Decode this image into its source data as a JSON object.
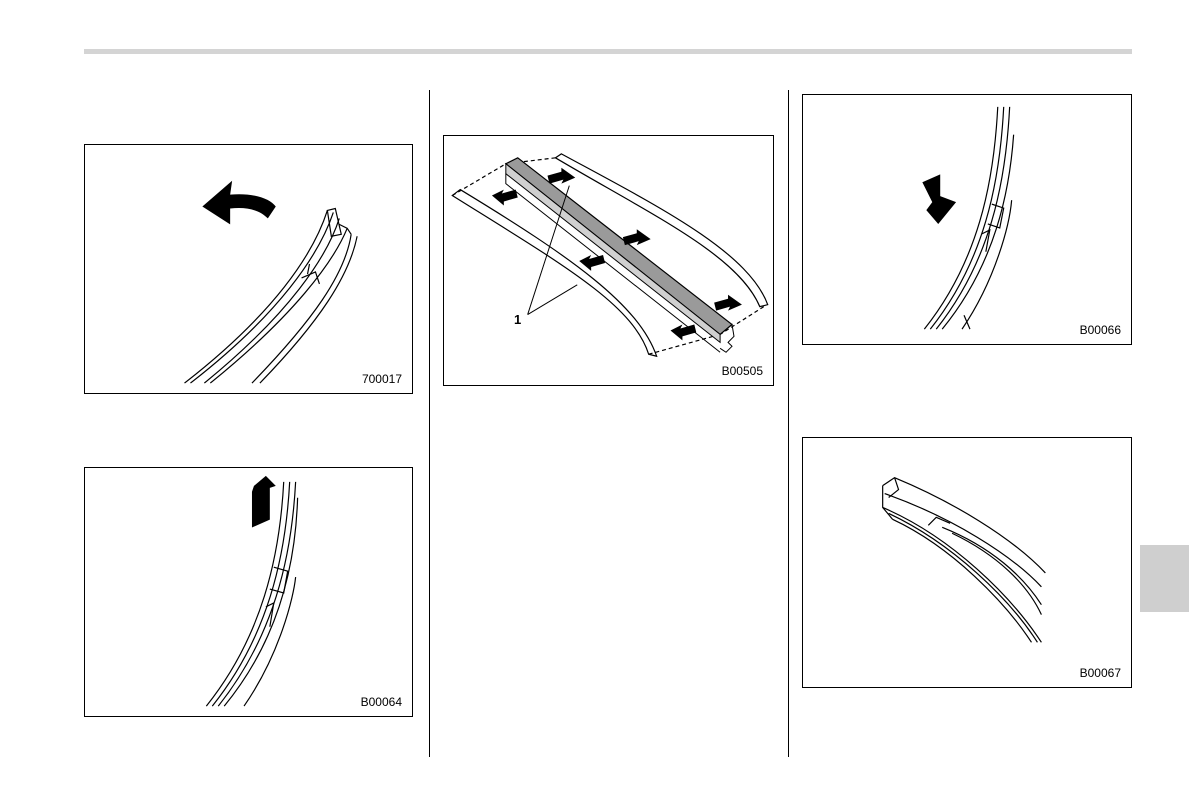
{
  "figures": {
    "fig1": {
      "code": "700017",
      "arrow": "curved-arrow-icon"
    },
    "fig2": {
      "code": "B00064",
      "arrow": "up-arrow-icon"
    },
    "fig3": {
      "code": "B00505",
      "callout": "1"
    },
    "fig4": {
      "code": "B00066",
      "arrow": "down-arrow-icon"
    },
    "fig5": {
      "code": "B00067"
    }
  },
  "colors": {
    "rule": "#d4d4d4",
    "tab": "#cfcfcf",
    "rubber": "#9a9a9a"
  }
}
